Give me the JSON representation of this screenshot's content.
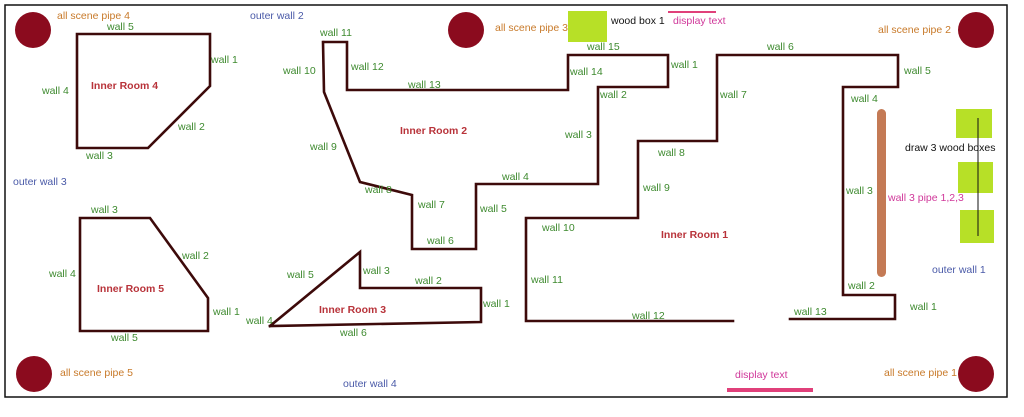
{
  "colors": {
    "wall": "#3d0a0a",
    "wall_label": "#3e8a2f",
    "room_label": "#b8333a",
    "outer_wall_label": "#4a5aa8",
    "scene_pipe": "#8b0b1e",
    "scene_pipe_label": "#c87a2a",
    "wood_box": "#b7e027",
    "inner_pipe": "#c47a55",
    "display_text_bar": "#e0407a",
    "pink_label": "#d0389a"
  },
  "outer_walls": {
    "north": "outer wall 2",
    "west": "outer wall 3",
    "south": "outer wall 4",
    "east": "outer wall 1"
  },
  "scene_pipes": [
    {
      "label": "all scene pipe 4"
    },
    {
      "label": "all scene pipe 3"
    },
    {
      "label": "all scene pipe 2"
    },
    {
      "label": "all scene pipe 5"
    },
    {
      "label": "all scene pipe 1"
    }
  ],
  "wood_box_1": "wood box 1",
  "display_text": [
    "display text",
    "display text"
  ],
  "draw_wood_boxes": "draw 3 wood boxes",
  "wall3_pipes": "wall 3 pipe 1,2,3",
  "rooms": {
    "room4": {
      "name": "Inner Room 4",
      "walls": [
        "wall 5",
        "wall 1",
        "wall 2",
        "wall 3",
        "wall 4"
      ]
    },
    "room5": {
      "name": "Inner Room 5",
      "walls": [
        "wall 3",
        "wall 2",
        "wall 1",
        "wall 5",
        "wall 4"
      ]
    },
    "room2": {
      "name": "Inner Room 2",
      "walls": [
        "wall 11",
        "wall 12",
        "wall 10",
        "wall 13",
        "wall 9",
        "wall 8",
        "wall 7",
        "wall 6",
        "wall 5",
        "wall 4",
        "wall 3",
        "wall 2",
        "wall 1",
        "wall 14",
        "wall 15"
      ]
    },
    "room3": {
      "name": "Inner Room 3",
      "walls": [
        "wall 5",
        "wall 3",
        "wall 2",
        "wall 1",
        "wall 4",
        "wall 6"
      ]
    },
    "room1": {
      "name": "Inner Room 1",
      "walls": [
        "wall 6",
        "wall 5",
        "wall 4",
        "wall 7",
        "wall 8",
        "wall 9",
        "wall 10",
        "wall 11",
        "wall 12",
        "wall 13",
        "wall 2",
        "wall 1",
        "wall 3"
      ]
    }
  }
}
